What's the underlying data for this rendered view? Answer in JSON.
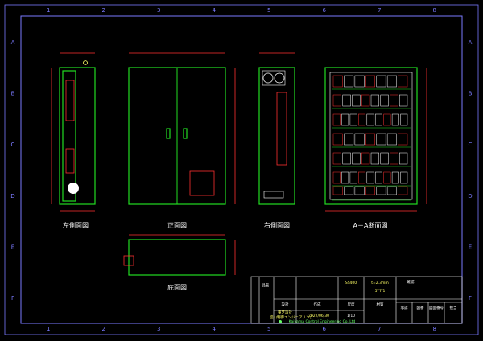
{
  "grid": {
    "columns": [
      "1",
      "2",
      "3",
      "4",
      "5",
      "6",
      "7",
      "8"
    ],
    "rows": [
      "A",
      "B",
      "C",
      "D",
      "E",
      "F"
    ]
  },
  "views": {
    "left": "左側面図",
    "front": "正面図",
    "right": "右側面図",
    "section": "A－A断面図",
    "bottom": "底面図"
  },
  "title_block": {
    "company_line1": "東芝設計",
    "company_line2": "盛山制御エンジニアリング",
    "company_en": "Kaiyama Control Engineering Co.,Ltd",
    "date": "2022/06/30",
    "scale": "1/10",
    "material": "SS400",
    "thickness": "t=2.3mm",
    "paint": "5Y7/1",
    "labels": [
      "品名",
      "設計",
      "作成",
      "尺度",
      "材質",
      "承認",
      "図番",
      "図面番号",
      "担当",
      "確認"
    ]
  },
  "colors": {
    "frame": "#7a7aff",
    "outline": "#22dd22",
    "dimension": "#ff3030",
    "text": "#ffffff"
  }
}
